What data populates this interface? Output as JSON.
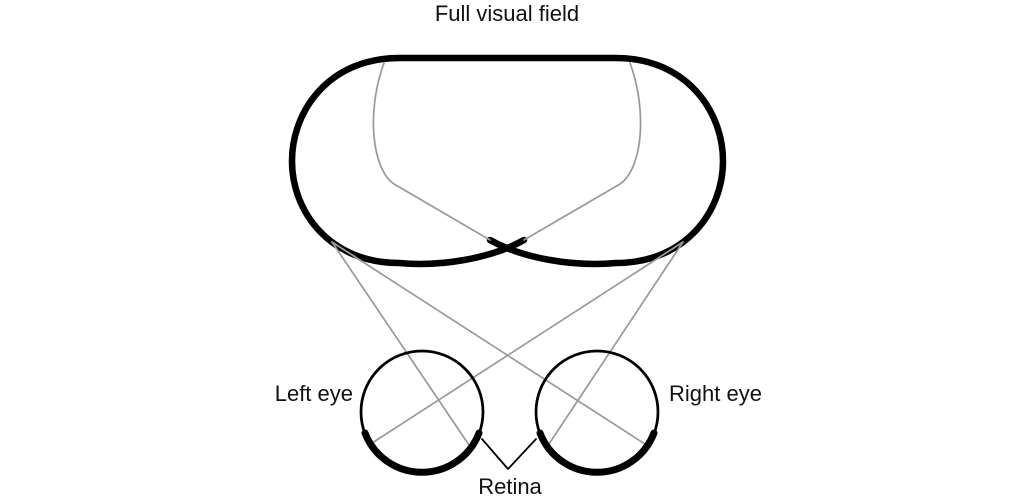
{
  "diagram": {
    "title": "Full visual field",
    "labels": {
      "left_eye": "Left eye",
      "right_eye": "Right eye",
      "retina": "Retina"
    },
    "colors": {
      "outline": "#000000",
      "ray": "#9a9a9a",
      "text": "#111111",
      "background": "#ffffff"
    }
  }
}
